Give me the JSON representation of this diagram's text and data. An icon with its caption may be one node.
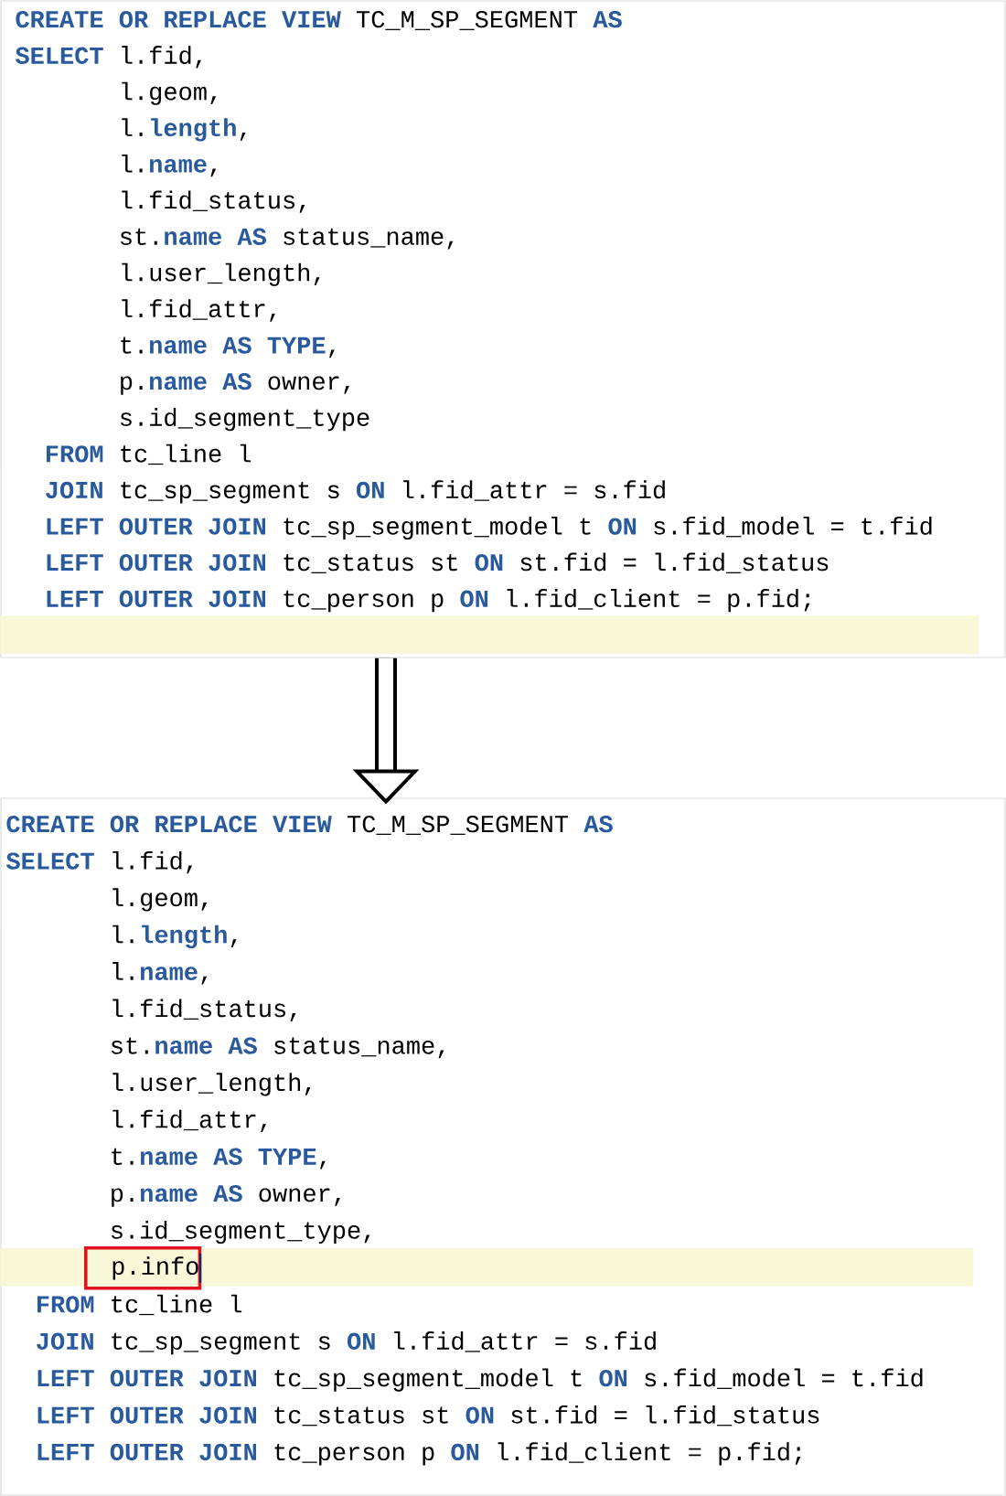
{
  "diagram": {
    "nodes": [
      {
        "text": [
          "**CREATE OR REPLACE VIEW** TC_M_SP_SEGMENT **AS**",
          "**SELECT** l.fid,",
          "l.geom,",
          "l.**length**,",
          "l.**name**,",
          "l.fid_status,",
          "st.**name AS** status_name,",
          "l.user_length,",
          "l.fid_attr,",
          "t.**name AS TYPE**,",
          "p.**name AS** owner,",
          "s.id_segment_type",
          "**FROM** tc_line l",
          "**JOIN** tc_sp_segment s **ON** l.fid_attr = s.fid",
          "**LEFT OUTER JOIN** tc_sp_segment_model t **ON** s.fid_model = t.fid",
          "**LEFT OUTER JOIN** tc_status st **ON** st.fid = l.fid_status",
          "**LEFT OUTER JOIN** tc_person p **ON** l.fid_client = p.fid;"
        ]
      },
      {
        "text": [
          "**CREATE OR REPLACE VIEW** TC_M_SP_SEGMENT **AS**",
          "**SELECT** l.fid,",
          "l.geom,",
          "l.**length**,",
          "l.**name**,",
          "l.fid_status,",
          "st.**name AS** status_name,",
          "l.user_length,",
          "l.fid_attr,",
          "t.**name AS TYPE**,",
          "p.**name AS** owner,",
          "s.id_segment_type,",
          "**FROM** tc_line l",
          "**JOIN** tc_sp_segment s **ON** l.fid_attr = s.fid",
          "**LEFT OUTER JOIN** tc_sp_segment_model t **ON** s.fid_model = t.fid",
          "**LEFT OUTER JOIN** tc_status st **ON** st.fid = l.fid_status",
          "**LEFT OUTER JOIN** tc_person p **ON** l.fid_client = p.fid;"
        ]
      },
      {
        "text": [
          "p.info"
        ],
        "in": 1
      }
    ],
    "edges": [
      {
        "from": 0,
        "to": 1,
        "arrow": "to"
      }
    ]
  }
}
